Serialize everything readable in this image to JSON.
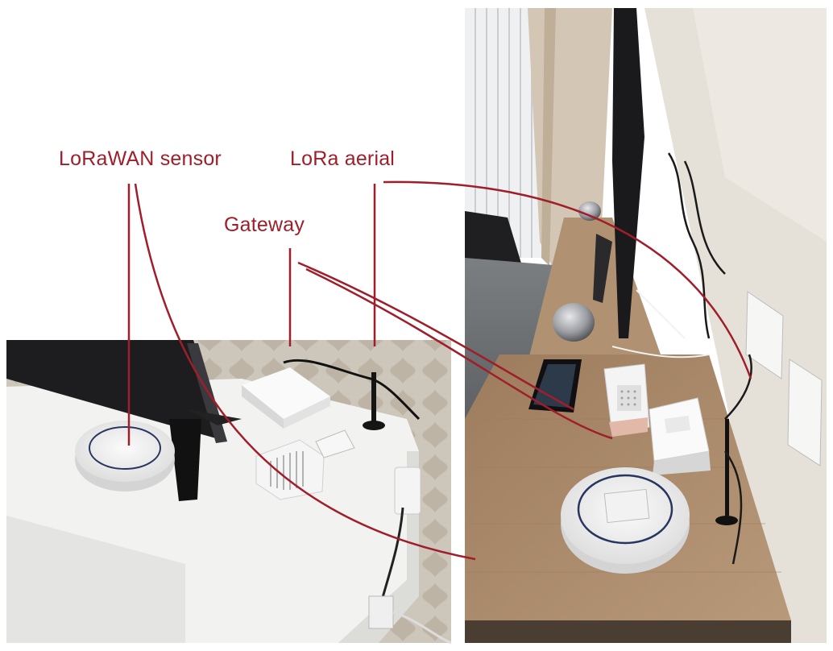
{
  "labels": {
    "sensor": "LoRaWAN sensor",
    "aerial": "LoRa aerial",
    "gateway": "Gateway"
  },
  "colors": {
    "callout": "#a01e2a",
    "desk_wood": "#a88866",
    "white_furniture": "#f1f1ef",
    "wall_left": "#cfcac0",
    "wall_right": "#e6e1d8"
  }
}
